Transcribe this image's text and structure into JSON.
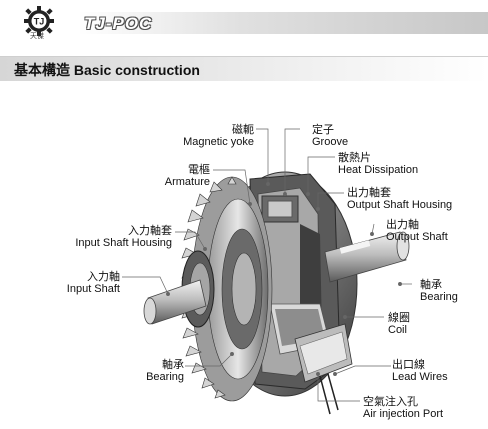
{
  "brand": {
    "logo_text": "TJ",
    "logo_sub": "天傑",
    "name": "TJ-POC"
  },
  "section": {
    "title": "基本構造 Basic construction"
  },
  "labels": {
    "yoke": {
      "zh": "磁軛",
      "en": "Magnetic yoke"
    },
    "groove": {
      "zh": "定子",
      "en": "Groove"
    },
    "heat": {
      "zh": "散熱片",
      "en": "Heat Dissipation"
    },
    "armature": {
      "zh": "電樞",
      "en": "Armature"
    },
    "out_house": {
      "zh": "出力軸套",
      "en": "Output Shaft Housing"
    },
    "in_house": {
      "zh": "入力軸套",
      "en": "Input Shaft Housing"
    },
    "out_shaft": {
      "zh": "出力軸",
      "en": "Output Shaft"
    },
    "in_shaft": {
      "zh": "入力軸",
      "en": "Input Shaft"
    },
    "bearing_r": {
      "zh": "軸承",
      "en": "Bearing"
    },
    "coil": {
      "zh": "線圈",
      "en": "Coil"
    },
    "bearing_l": {
      "zh": "軸承",
      "en": "Bearing"
    },
    "lead": {
      "zh": "出口線",
      "en": "Lead Wires"
    },
    "air": {
      "zh": "空氣注入孔",
      "en": "Air injection Port"
    }
  },
  "colors": {
    "metal_dark": "#3a3a3a",
    "metal_mid": "#8a8a8a",
    "metal_light": "#d8d8d8",
    "section_bg": "#d6d6d6"
  },
  "icons": [
    "gear-logo-icon"
  ]
}
